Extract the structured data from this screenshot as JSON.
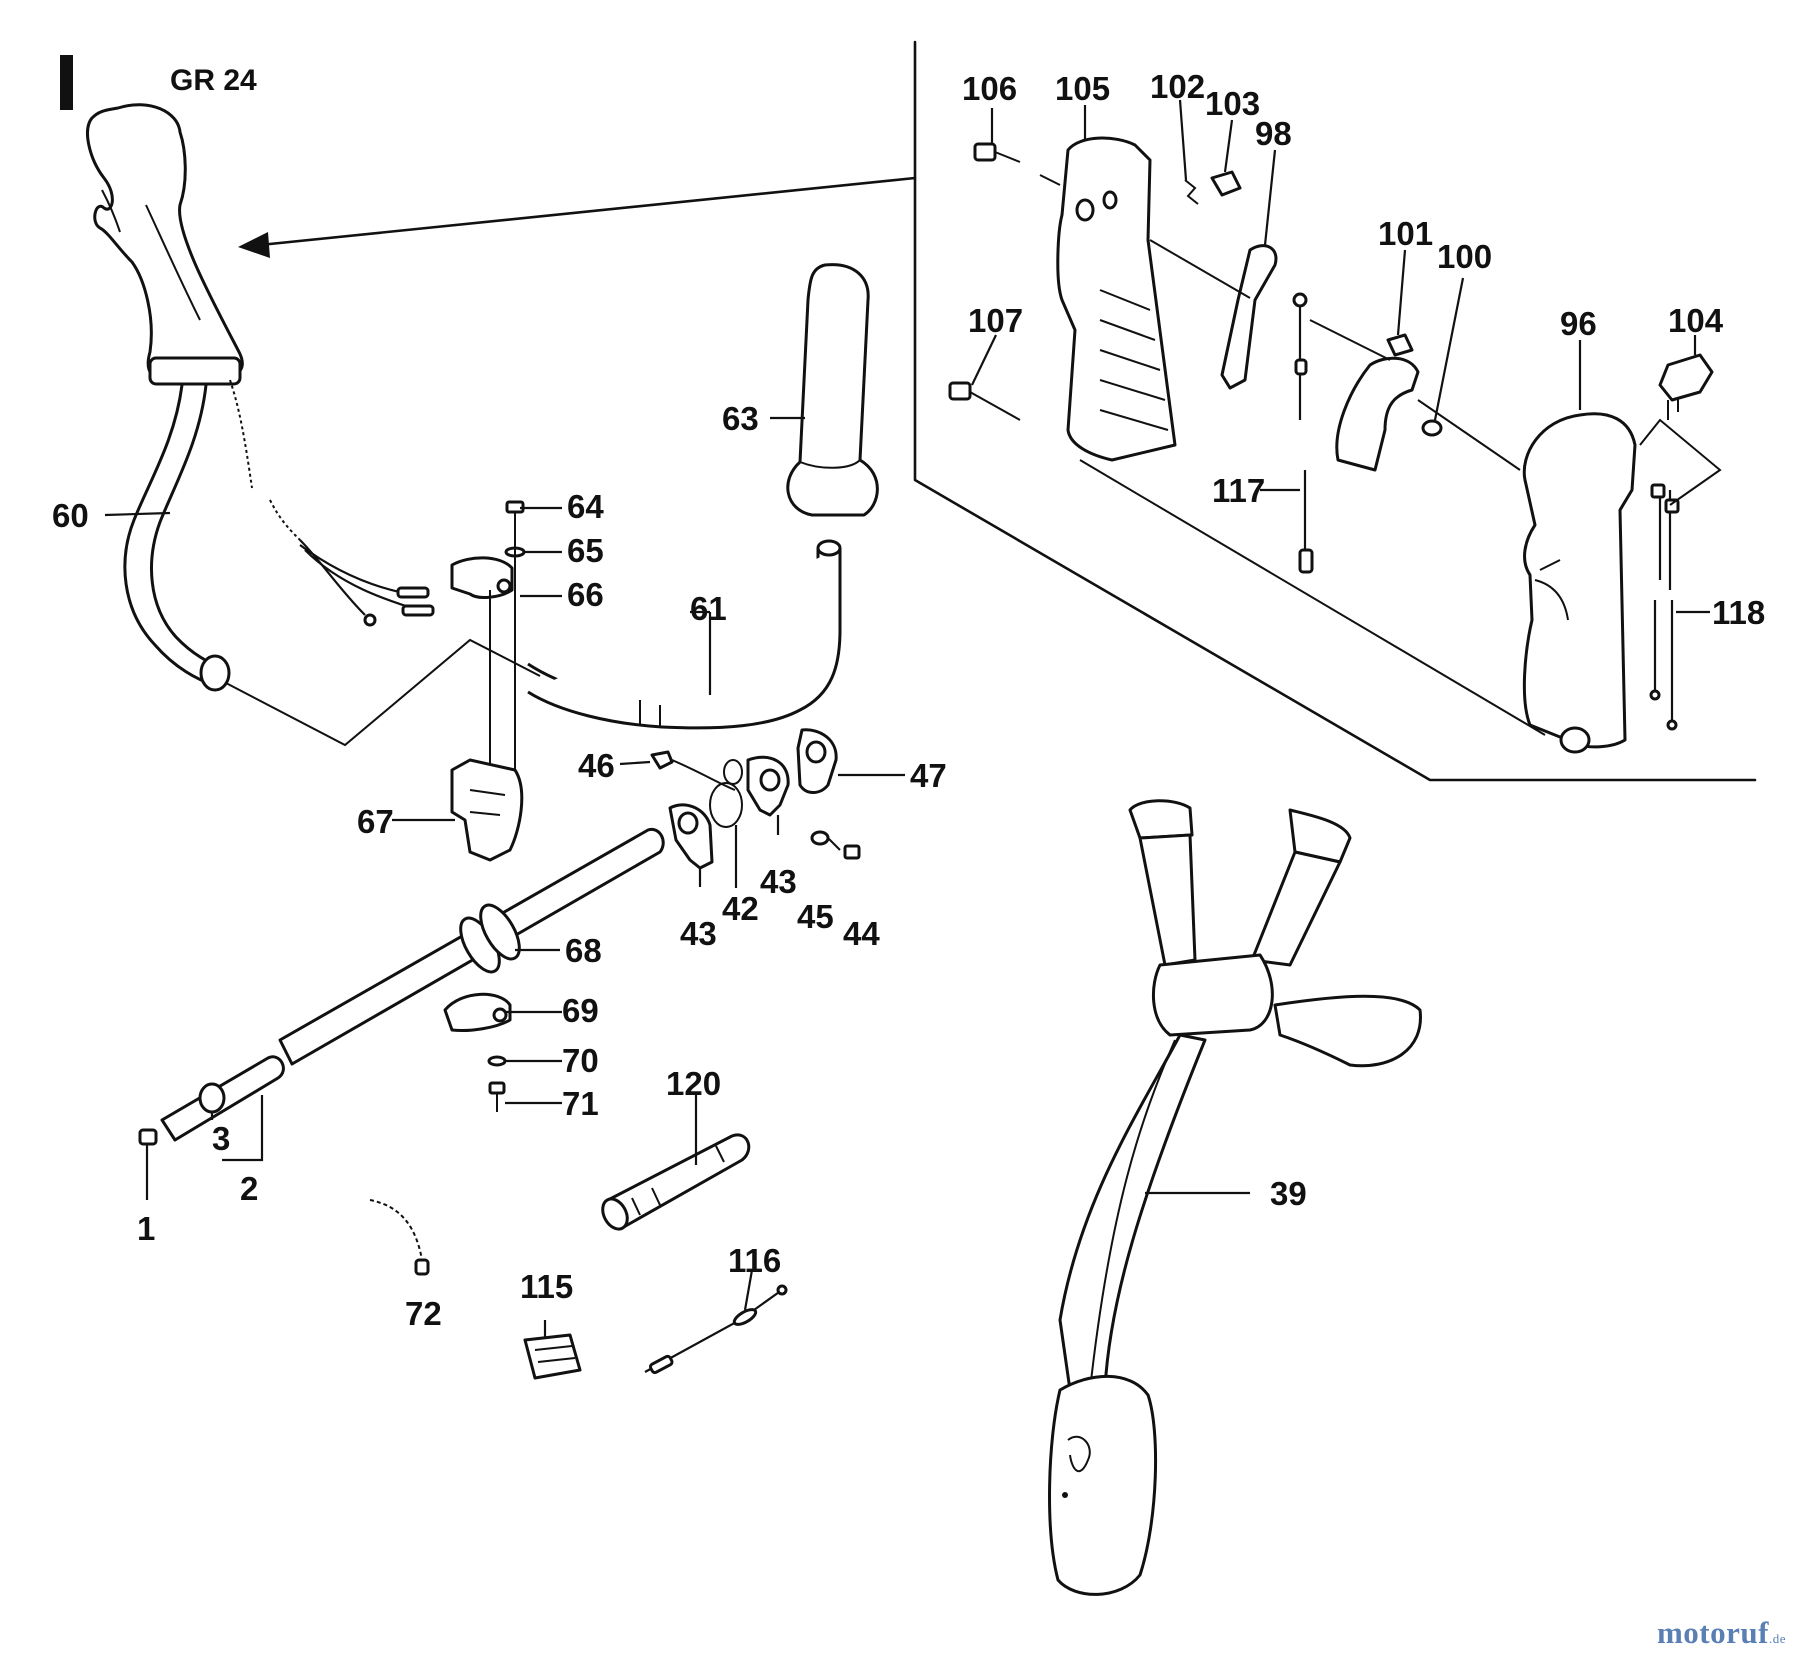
{
  "header": {
    "model": "GR 24"
  },
  "callouts": {
    "c1": "1",
    "c2": "2",
    "c3": "3",
    "c39": "39",
    "c42": "42",
    "c43a": "43",
    "c43b": "43",
    "c44": "44",
    "c45": "45",
    "c46": "46",
    "c47": "47",
    "c60": "60",
    "c61": "61",
    "c63": "63",
    "c64": "64",
    "c65": "65",
    "c66": "66",
    "c67": "67",
    "c68": "68",
    "c69": "69",
    "c70": "70",
    "c71": "71",
    "c72": "72",
    "c96": "96",
    "c98": "98",
    "c100": "100",
    "c101": "101",
    "c102": "102",
    "c103": "103",
    "c104": "104",
    "c105": "105",
    "c106": "106",
    "c107": "107",
    "c115": "115",
    "c116": "116",
    "c117": "117",
    "c118": "118",
    "c120": "120"
  },
  "watermark": {
    "brand": "motoruf",
    "tld": ".de"
  }
}
